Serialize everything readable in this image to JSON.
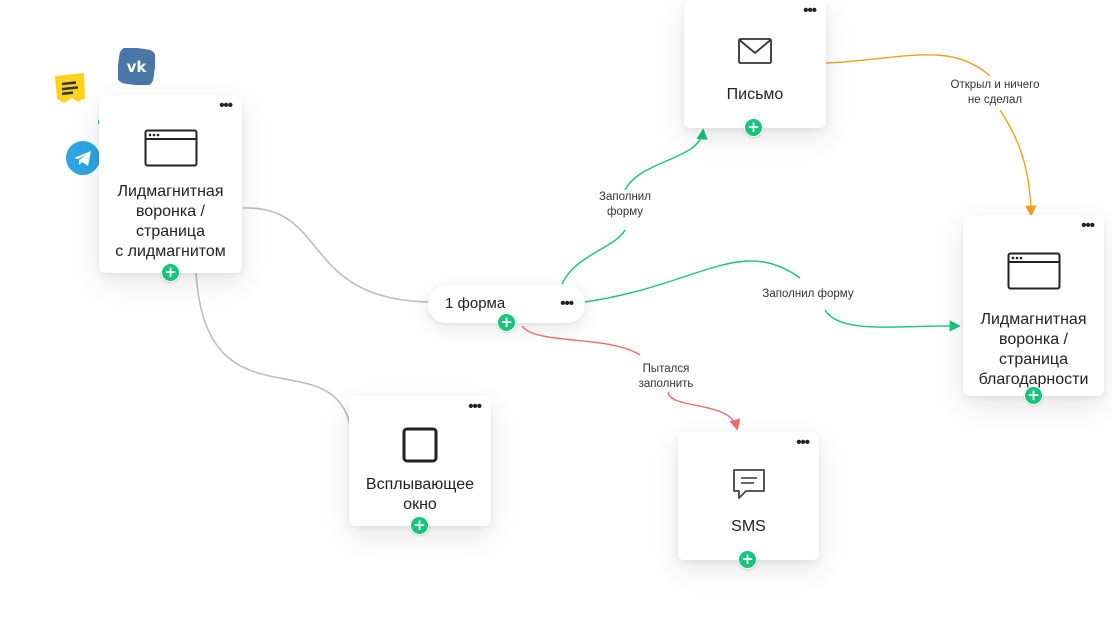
{
  "colors": {
    "green": "#14c57a",
    "orange": "#f0a01e",
    "red": "#f26b6b",
    "gray": "#bdbdbd"
  },
  "sources": [
    "tilda-icon",
    "vk-icon",
    "google-ads-icon",
    "telegram-icon"
  ],
  "nodes": {
    "lead_funnel": {
      "icon": "browser-window-icon",
      "title": "Лидмагнитная\nворонка /\nстраница\nс лидмагнитом"
    },
    "form": {
      "title": "1 форма"
    },
    "popup": {
      "icon": "square-icon",
      "title": "Всплывающее\nокно"
    },
    "letter": {
      "icon": "envelope-icon",
      "title": "Письмо"
    },
    "sms": {
      "icon": "chat-icon",
      "title": "SMS"
    },
    "thanks_page": {
      "icon": "browser-window-icon",
      "title": "Лидмагнитная\nворонка /\nстраница\nблагодарности"
    }
  },
  "edges": {
    "filled_form_letter": "Заполнил\nформу",
    "filled_form_thanks": "Заполнил форму",
    "tried_fill": "Пытался\nзаполнить",
    "opened_nothing": "Открыл и ничего\nне сделал"
  },
  "ui": {
    "more": "•••",
    "add": "+"
  }
}
